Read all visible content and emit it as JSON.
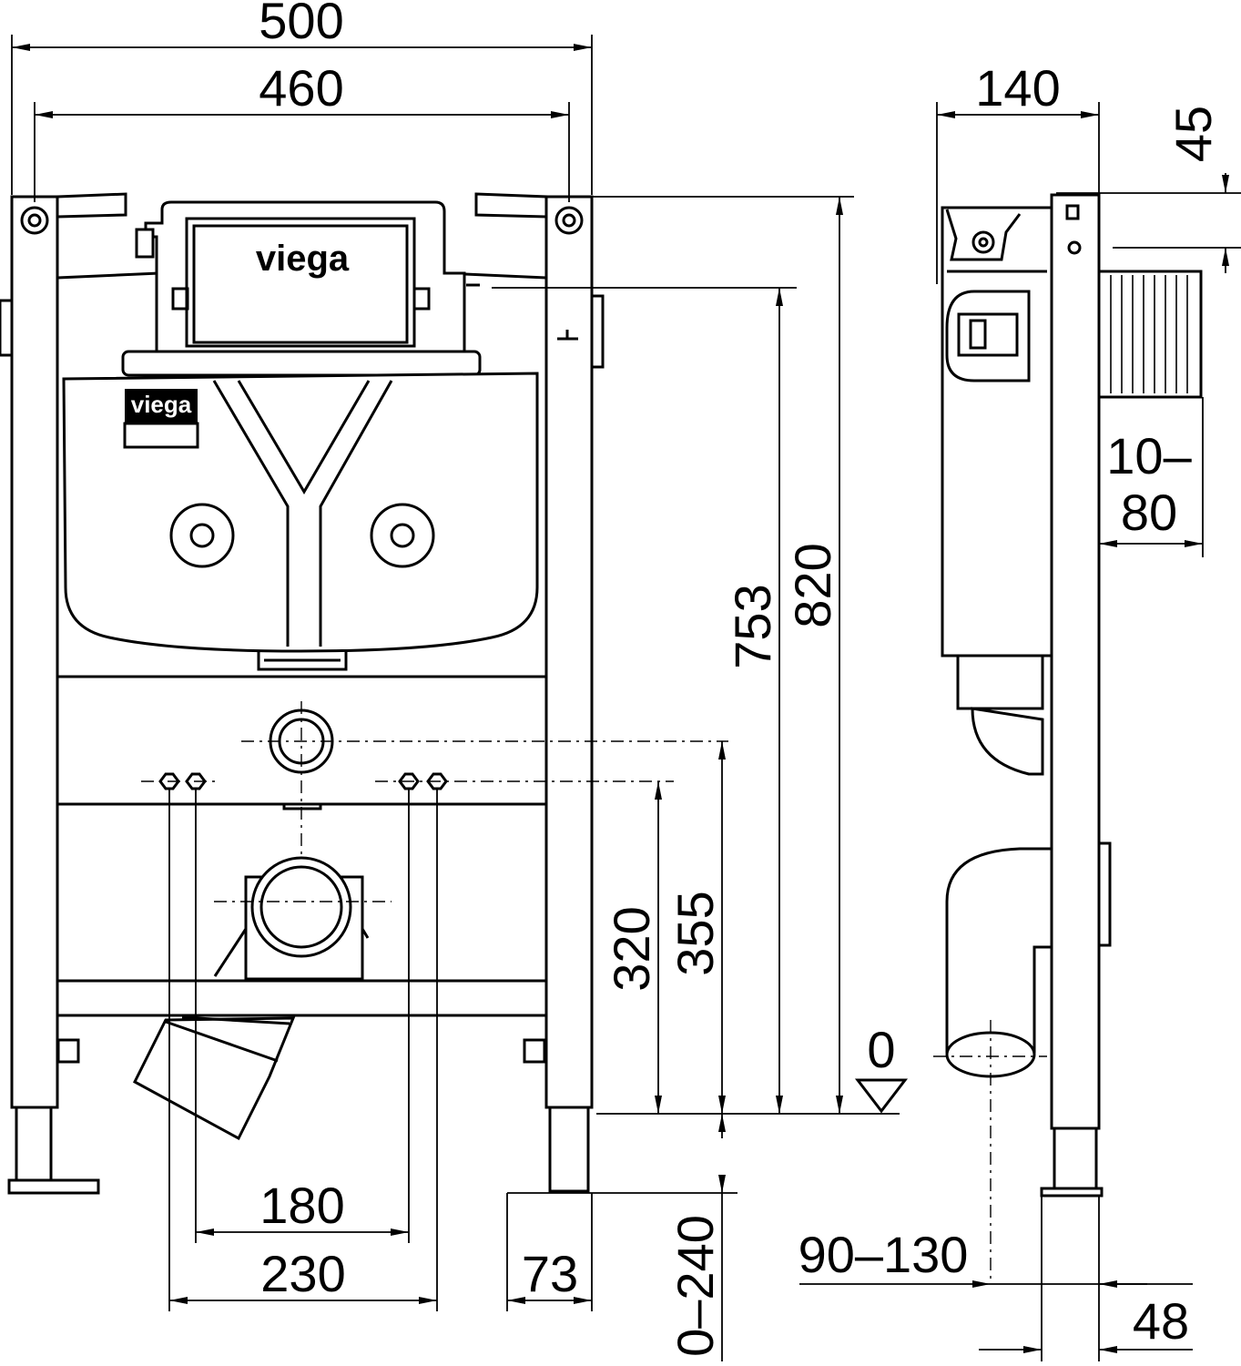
{
  "brand": {
    "logo_text": "viega"
  },
  "dimensions": {
    "frame_width": "500",
    "frame_width_inner": "460",
    "depth": "140",
    "top_offset": "45",
    "wall_range_1": "10–",
    "wall_range_2": "80",
    "height_total": "820",
    "height_button": "753",
    "height_supply": "355",
    "height_bolts": "320",
    "floor_level": "0",
    "bolt_inner": "180",
    "bolt_outer": "230",
    "foot_width": "73",
    "leg_extension": "0–240",
    "drain_offset": "90–130",
    "foot_depth": "48"
  }
}
